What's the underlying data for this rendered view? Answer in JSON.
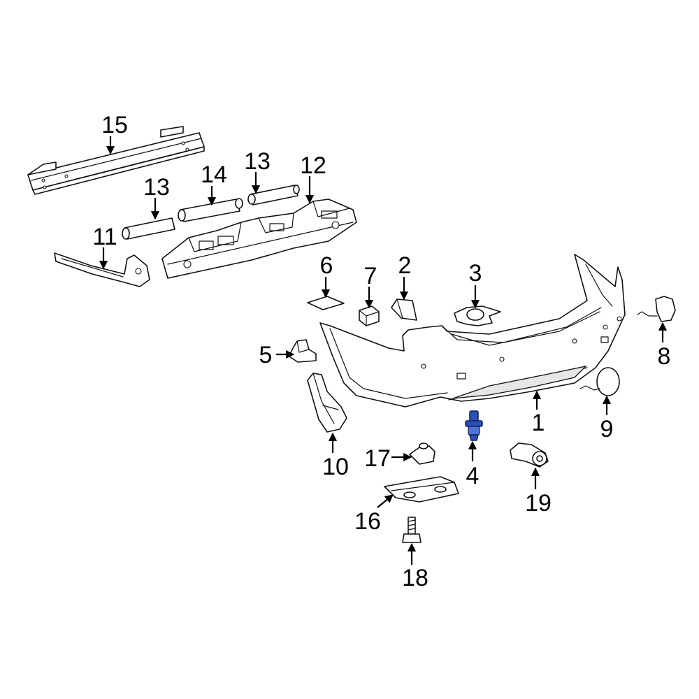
{
  "callouts": [
    {
      "id": "1",
      "label": "1"
    },
    {
      "id": "2",
      "label": "2"
    },
    {
      "id": "3",
      "label": "3"
    },
    {
      "id": "4",
      "label": "4"
    },
    {
      "id": "5",
      "label": "5"
    },
    {
      "id": "6",
      "label": "6"
    },
    {
      "id": "7",
      "label": "7"
    },
    {
      "id": "8",
      "label": "8"
    },
    {
      "id": "9",
      "label": "9"
    },
    {
      "id": "10",
      "label": "10"
    },
    {
      "id": "11",
      "label": "11"
    },
    {
      "id": "12",
      "label": "12"
    },
    {
      "id": "13a",
      "label": "13"
    },
    {
      "id": "13b",
      "label": "13"
    },
    {
      "id": "14",
      "label": "14"
    },
    {
      "id": "15",
      "label": "15"
    },
    {
      "id": "16",
      "label": "16"
    },
    {
      "id": "17",
      "label": "17"
    },
    {
      "id": "18",
      "label": "18"
    },
    {
      "id": "19",
      "label": "19"
    }
  ],
  "highlighted_part": "4",
  "colors": {
    "highlight": "#2b50b8",
    "line": "#111111",
    "background": "#ffffff"
  }
}
